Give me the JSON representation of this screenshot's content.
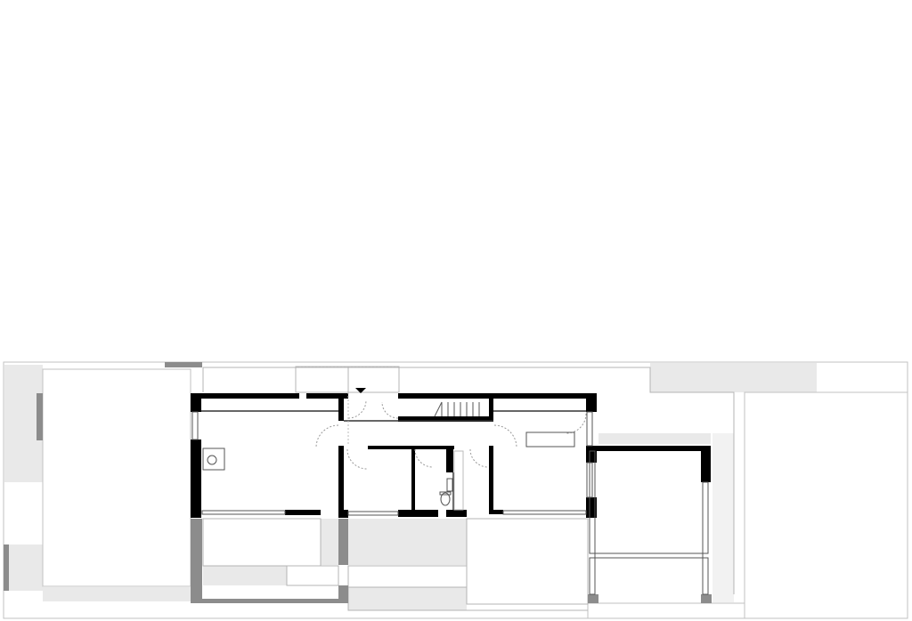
{
  "diagram": {
    "kind": "architectural-floor-plan",
    "colors": {
      "background": "#ffffff",
      "wall": "#000000",
      "wall_secondary": "#8c8c8c",
      "paving": "#e9e9e9",
      "outline": "#b4b4b4",
      "door_arc": "#999999"
    },
    "symbols": [
      "entrance-arrow",
      "stair",
      "sink",
      "toilet",
      "kitchen-counter",
      "stove"
    ]
  }
}
